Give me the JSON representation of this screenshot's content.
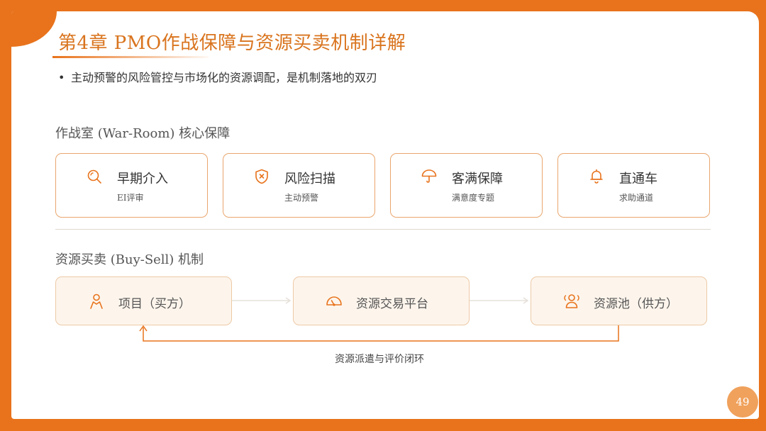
{
  "slide": {
    "title": "第4章  PMO作战保障与资源买卖机制详解",
    "bullet": "主动预警的风险管控与市场化的资源调配，是机制落地的双刃",
    "bullet_marker": "•",
    "page_number": "49"
  },
  "war_room": {
    "heading": "作战室 (War-Room) 核心保障",
    "cards": [
      {
        "title": "早期介入",
        "subtitle": "EI评审",
        "icon": "search-icon"
      },
      {
        "title": "风险扫描",
        "subtitle": "主动预警",
        "icon": "shield-x-icon"
      },
      {
        "title": "客满保障",
        "subtitle": "满意度专题",
        "icon": "umbrella-icon"
      },
      {
        "title": "直通车",
        "subtitle": "求助通道",
        "icon": "bell-icon"
      }
    ]
  },
  "buy_sell": {
    "heading": "资源买卖 (Buy-Sell) 机制",
    "nodes": [
      {
        "label": "项目（买方）",
        "icon": "user-icon"
      },
      {
        "label": "资源交易平台",
        "icon": "dashboard-icon"
      },
      {
        "label": "资源池（供方）",
        "icon": "users-icon"
      }
    ],
    "loop_label": "资源派遣与评价闭环"
  },
  "colors": {
    "accent": "#E8731C",
    "title": "#D9741E",
    "card_border": "#E9A66E",
    "flow_fill": "#FDF5EC",
    "flow_border": "#EDC9A6",
    "page_badge": "#F0A15C"
  }
}
